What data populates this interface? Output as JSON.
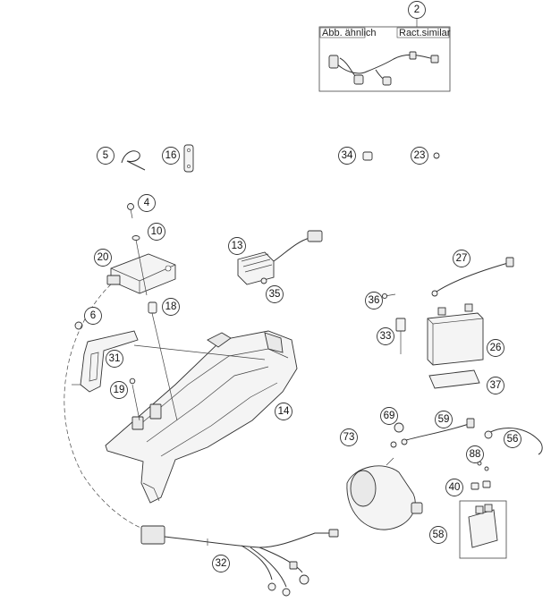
{
  "inset": {
    "label_left": "Abb. ähnlich",
    "label_right": "Ract.similar"
  },
  "callouts": [
    {
      "id": "c2",
      "text": "2"
    },
    {
      "id": "c5",
      "text": "5"
    },
    {
      "id": "c16",
      "text": "16"
    },
    {
      "id": "c34",
      "text": "34"
    },
    {
      "id": "c23",
      "text": "23"
    },
    {
      "id": "c4",
      "text": "4"
    },
    {
      "id": "c10",
      "text": "10"
    },
    {
      "id": "c13",
      "text": "13"
    },
    {
      "id": "c20",
      "text": "20"
    },
    {
      "id": "c27",
      "text": "27"
    },
    {
      "id": "c35",
      "text": "35"
    },
    {
      "id": "c36",
      "text": "36"
    },
    {
      "id": "c18",
      "text": "18"
    },
    {
      "id": "c6",
      "text": "6"
    },
    {
      "id": "c26",
      "text": "26"
    },
    {
      "id": "c33",
      "text": "33"
    },
    {
      "id": "c31",
      "text": "31"
    },
    {
      "id": "c37",
      "text": "37"
    },
    {
      "id": "c19",
      "text": "19"
    },
    {
      "id": "c14",
      "text": "14"
    },
    {
      "id": "c69",
      "text": "69"
    },
    {
      "id": "c59",
      "text": "59"
    },
    {
      "id": "c73",
      "text": "73"
    },
    {
      "id": "c56",
      "text": "56"
    },
    {
      "id": "c88",
      "text": "88"
    },
    {
      "id": "c40",
      "text": "40"
    },
    {
      "id": "c58",
      "text": "58"
    },
    {
      "id": "c32",
      "text": "32"
    }
  ]
}
